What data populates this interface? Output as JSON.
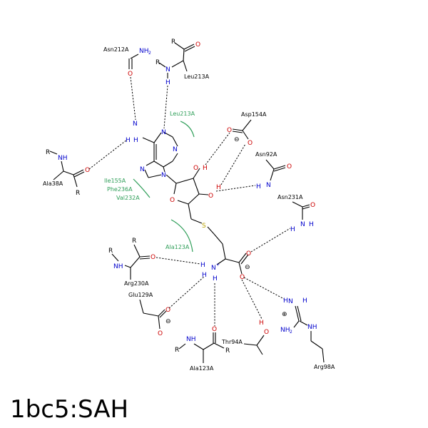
{
  "title": "1bc5:SAH",
  "colors": {
    "nitrogen": "#0000cc",
    "oxygen": "#cc0000",
    "sulfur": "#b8a000",
    "hydrophobic": "#2e9e58",
    "text": "#000000"
  },
  "residues": {
    "asn212": "Asn212A",
    "leu213_top": "Leu213A",
    "leu213_hyd": "Leu213A",
    "asp154": "Asp154A",
    "asn92": "Asn92A",
    "asn231": "Asn231A",
    "ala38": "Ala38A",
    "ile155": "Ile155A",
    "phe236": "Phe236A",
    "val232": "Val232A",
    "ala123_hyd": "Ala123A",
    "arg230": "Arg230A",
    "glu129": "Glu129A",
    "thr94": "Thr94A",
    "ala123": "Ala123A",
    "arg98": "Arg98A"
  },
  "atoms": {
    "N": "N",
    "O": "O",
    "H": "H",
    "S": "S",
    "R": "R",
    "NH": "NH",
    "NH2": "NH",
    "two": "2",
    "plus": "+",
    "minus": "⊖",
    "cation": "⊕"
  }
}
